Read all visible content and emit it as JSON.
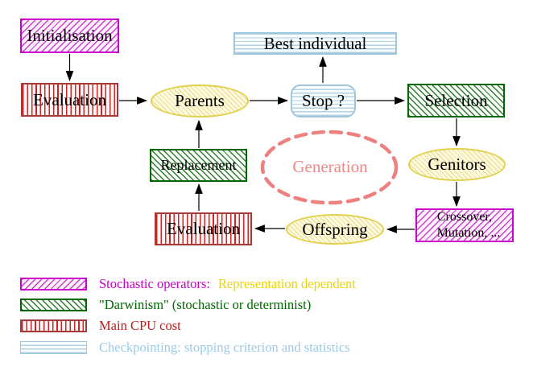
{
  "nodes": {
    "initialisation": "Initialisation",
    "evaluation_top": "Evaluation",
    "parents": "Parents",
    "best_individual": "Best individual",
    "stop": "Stop ?",
    "selection": "Selection",
    "genitors": "Genitors",
    "crossover_line1": "Crossover,",
    "crossover_line2": "Mutation, ...",
    "offspring": "Offspring",
    "evaluation_bottom": "Evaluation",
    "replacement": "Replacement",
    "generation": "Generation"
  },
  "legend": {
    "items": [
      {
        "swatch": "magenta-diagonal-hatch",
        "text_primary": "Stochastic operators:",
        "text_secondary": "Representation dependent"
      },
      {
        "swatch": "green-diagonal-hatch",
        "text_primary": "\"Darwinism\" (stochastic or determinist)"
      },
      {
        "swatch": "red-vertical-stripes",
        "text_primary": "Main CPU cost"
      },
      {
        "swatch": "blue-horizontal-stripes",
        "text_primary": "Checkpointing: stopping criterion and statistics"
      }
    ]
  },
  "colors": {
    "magenta": "#CC00CC",
    "dark_green": "#006600",
    "red": "#C41A1A",
    "gold": "#EDD400",
    "light_blue": "#9CCAE8",
    "salmon": "#EE8080",
    "yellow_border": "#E0D14E",
    "black": "#000000"
  }
}
